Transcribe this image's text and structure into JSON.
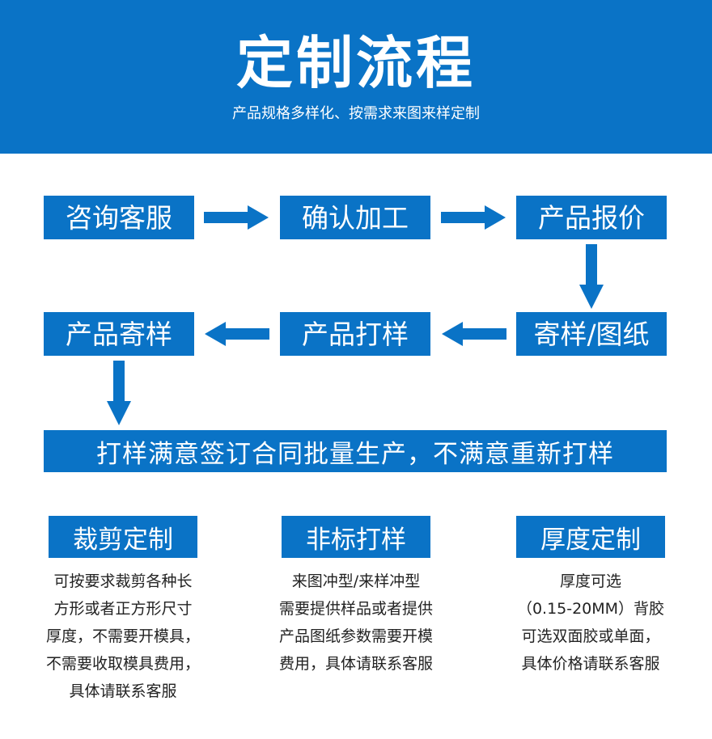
{
  "header": {
    "title": "定制流程",
    "subtitle": "产品规格多样化、按需求来图来样定制"
  },
  "flow": {
    "row1": [
      "咨询客服",
      "确认加工",
      "产品报价"
    ],
    "row2": [
      "产品寄样",
      "产品打样",
      "寄样/图纸"
    ],
    "result": "打样满意签订合同批量生产，不满意重新打样"
  },
  "cards": [
    {
      "title": "裁剪定制",
      "lines": [
        "可按要求裁剪各种长",
        "方形或者正方形尺寸",
        "厚度，不需要开模具，",
        "不需要收取模具费用，",
        "具体请联系客服"
      ]
    },
    {
      "title": "非标打样",
      "lines": [
        "来图冲型/来样冲型",
        "需要提供样品或者提供",
        "产品图纸参数需要开模",
        "费用，具体请联系客服"
      ]
    },
    {
      "title": "厚度定制",
      "lines": [
        "厚度可选",
        "（0.15-20MM）背胶",
        "可选双面胶或单面，",
        "具体价格请联系客服"
      ]
    }
  ],
  "colors": {
    "primary": "#0a73c6",
    "text": "#222222",
    "background": "#ffffff"
  }
}
